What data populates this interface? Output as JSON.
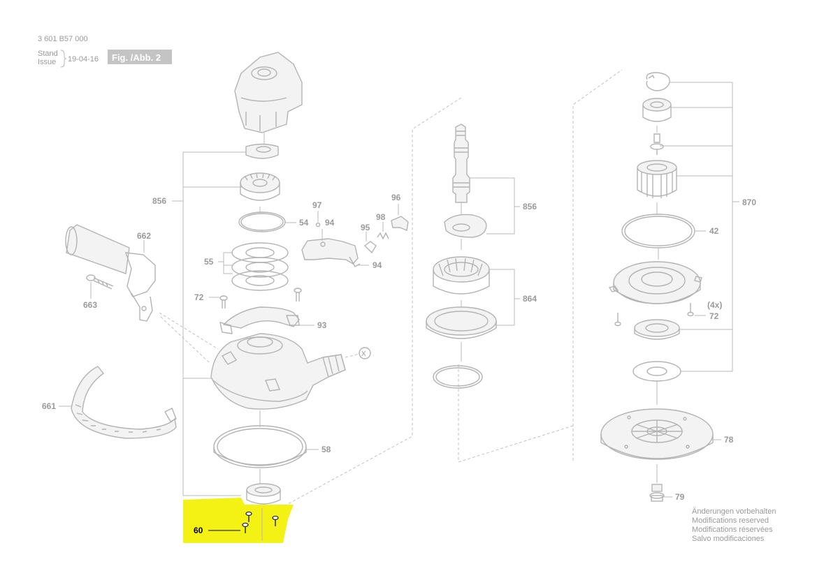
{
  "header": {
    "part_number": "3 601 B57 000",
    "stand_label": "Stand",
    "issue_label": "Issue",
    "date": "19-04-16",
    "figure": "Fig. /Abb. 2"
  },
  "footer_notes": [
    "Änderungen vorbehalten",
    "Modifications reserved",
    "Modifications réservées",
    "Salvo modificaciones"
  ],
  "labels": {
    "p856_left": "856",
    "p662": "662",
    "p663": "663",
    "p661": "661",
    "p97": "97",
    "p96": "96",
    "p54": "54",
    "p94_top": "94",
    "p98": "98",
    "p95": "95",
    "p94_bottom": "94",
    "p55": "55",
    "p72_left": "72",
    "p93": "93",
    "p58": "58",
    "p60": "60",
    "p_x": "X",
    "p856_mid": "856",
    "p864": "864",
    "p870": "870",
    "p42": "42",
    "p4x": "(4x)",
    "p72_right": "72",
    "p78": "78",
    "p79": "79"
  },
  "colors": {
    "highlight": "#f4f214",
    "line_gray": "#b3b3b3",
    "label_gray": "#9a9a9a",
    "fig_badge": "#c4c4c4"
  }
}
